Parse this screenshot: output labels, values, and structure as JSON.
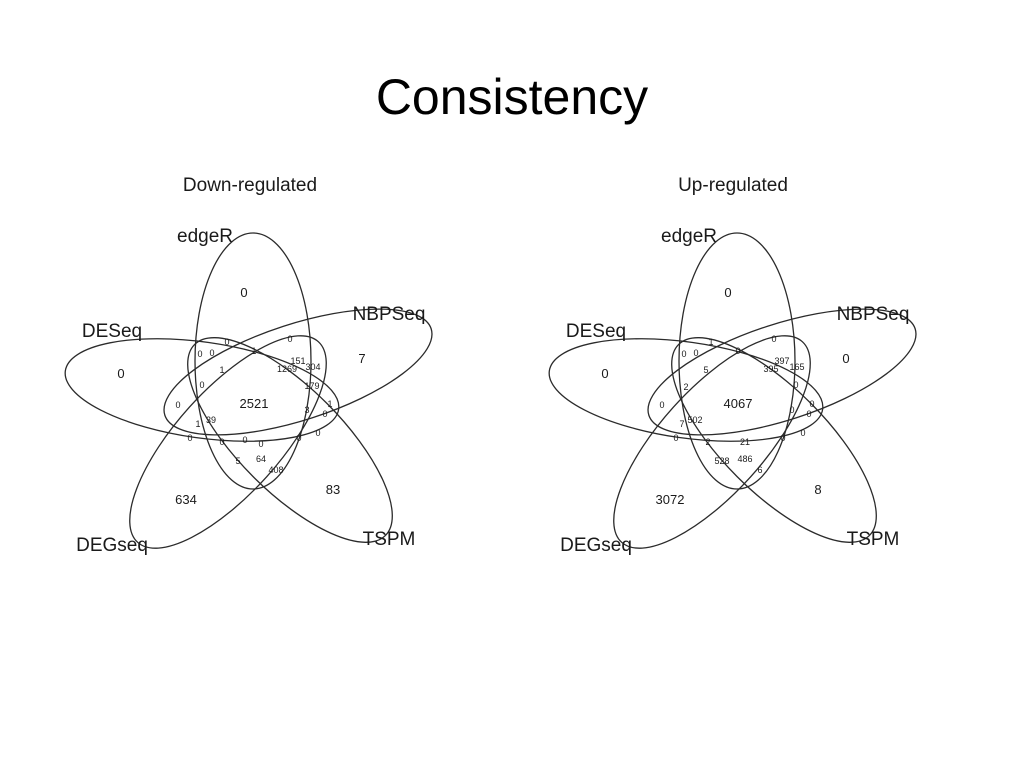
{
  "slide": {
    "title": "Consistency"
  },
  "set_names": [
    "edgeR",
    "DESeq",
    "NBPSeq",
    "DEGseq",
    "TSPM"
  ],
  "diagrams": [
    {
      "title": "Down-regulated",
      "counts": {
        "edgeR": "0",
        "DESeq": "0",
        "NBPSeq": "7",
        "DEGseq": "634",
        "TSPM": "83",
        "all_five": "2521",
        "r_0a": "0",
        "r_0b": "0",
        "r_0c": "0",
        "r_1a": "1",
        "r_0d": "0",
        "r_151": "151",
        "r_1269": "1269",
        "r_304": "304",
        "r_0e": "0",
        "r_1b": "1",
        "r_179": "179",
        "r_0f": "0",
        "r_1c": "1",
        "r_3": "3",
        "r_0g": "0",
        "r_0h": "0",
        "r_1d": "1",
        "r_39": "39",
        "r_0i": "0",
        "r_0j": "0",
        "r_0k": "0",
        "r_0l": "0",
        "r_0m": "0",
        "r_5": "5",
        "r_64": "64",
        "r_408": "408"
      }
    },
    {
      "title": "Up-regulated",
      "counts": {
        "edgeR": "0",
        "DESeq": "0",
        "NBPSeq": "0",
        "DEGseq": "3072",
        "TSPM": "8",
        "all_five": "4067",
        "r_0a": "0",
        "r_0b": "0",
        "r_1a": "1",
        "r_0c": "0",
        "r_0d": "0",
        "r_397": "397",
        "r_165": "165",
        "r_395": "395",
        "r_5": "5",
        "r_2a": "2",
        "r_0e": "0",
        "r_0f": "0",
        "r_0g": "0",
        "r_0h": "0",
        "r_0i": "0",
        "r_7": "7",
        "r_502": "502",
        "r_0j": "0",
        "r_2b": "2",
        "r_21": "21",
        "r_0k": "0",
        "r_0l": "0",
        "r_528": "528",
        "r_486": "486",
        "r_6": "6"
      }
    }
  ]
}
